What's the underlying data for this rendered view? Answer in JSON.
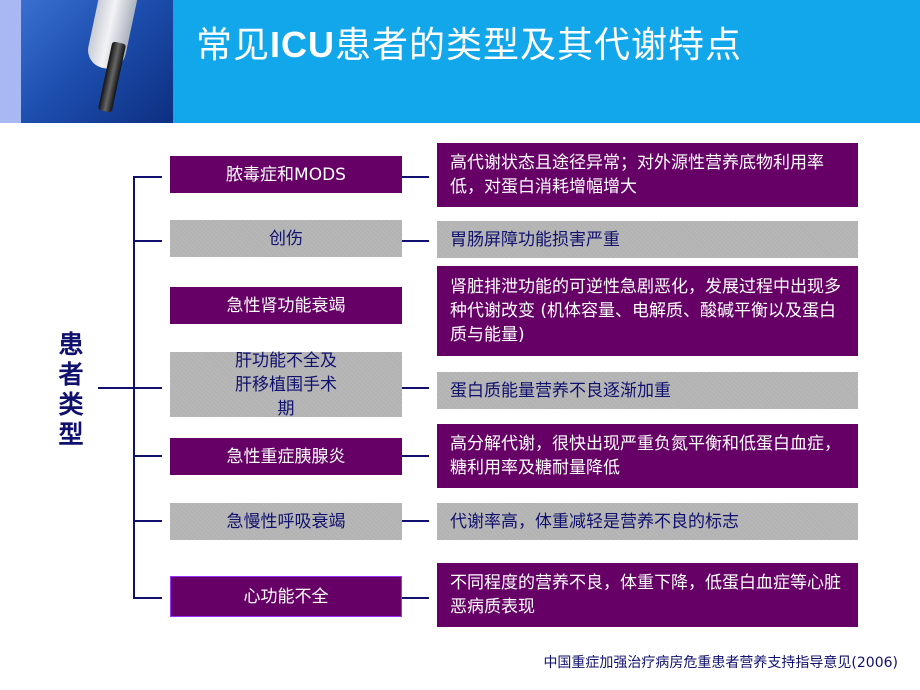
{
  "header": {
    "title_prefix": "常见",
    "title_bold": "ICU",
    "title_suffix": "患者的类型及其代谢特点",
    "image": "medical-catheter-photo"
  },
  "side_label": [
    "患",
    "者",
    "类",
    "型"
  ],
  "rows": [
    {
      "type": "脓毒症和MODS",
      "feature": "高代谢状态且途径异常；对外源性营养底物利用率低，对蛋白消耗增幅增大",
      "style": "purple"
    },
    {
      "type": "创伤",
      "feature": "胃肠屏障功能损害严重",
      "style": "gray"
    },
    {
      "type": "急性肾功能衰竭",
      "feature": "肾脏排泄功能的可逆性急剧恶化，发展过程中出现多种代谢改变 (机体容量、电解质、酸碱平衡以及蛋白质与能量)",
      "style": "purple"
    },
    {
      "type": "肝功能不全及肝移植围手术期",
      "feature": "蛋白质能量营养不良逐渐加重",
      "style": "gray"
    },
    {
      "type": "急性重症胰腺炎",
      "feature": "高分解代谢，很快出现严重负氮平衡和低蛋白血症，糖利用率及糖耐量降低",
      "style": "purple"
    },
    {
      "type": "急慢性呼吸衰竭",
      "feature": "代谢率高，体重减轻是营养不良的标志",
      "style": "gray"
    },
    {
      "type": "心功能不全",
      "feature": "不同程度的营养不良，体重下降，低蛋白血症等心脏恶病质表现",
      "style": "purple"
    }
  ],
  "footer": {
    "citation": "中国重症加强治疗病房危重患者营养支持指导意见(2006)"
  },
  "colors": {
    "header_blue": "#12a6ea",
    "purple": "#660066",
    "gray": "#b3b3b3",
    "navy": "#10106e"
  }
}
